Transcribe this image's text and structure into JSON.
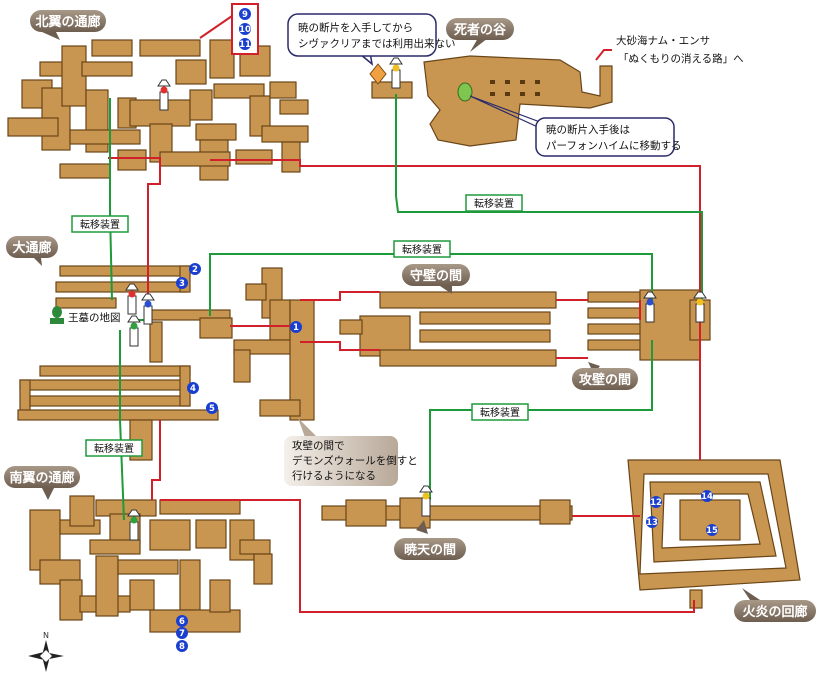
{
  "areas": {
    "north_wing": "北翼の通廊",
    "great_corridor": "大通廊",
    "south_wing": "南翼の通廊",
    "valley_of_dead": "死者の谷",
    "guard_hall": "守壁の間",
    "attack_hall": "攻壁の間",
    "dawn_hall": "暁天の間",
    "flame_corridor": "火炎の回廊"
  },
  "notes": {
    "top_line1": "暁の断片を入手してから",
    "top_line2": "シヴァクリアまでは利用出来ない",
    "right_line1": "暁の断片入手後は",
    "right_line2": "パーフォンハイムに移動する",
    "boss_line1": "攻壁の間で",
    "boss_line2": "デモンズウォールを倒すと",
    "boss_line3": "行けるようになる"
  },
  "exit": {
    "line1": "大砂海ナム・エンサ",
    "line2": "「ぬくもりの消える路」へ"
  },
  "teleport_label": "転移装置",
  "tomb_map_label": "王墓の地図",
  "compass_n": "N",
  "markers": [
    "1",
    "2",
    "3",
    "4",
    "5",
    "6",
    "7",
    "8",
    "9",
    "10",
    "11",
    "12",
    "13",
    "14",
    "15"
  ],
  "colors": {
    "floor": "#c89650",
    "floor_edge": "#7a5220",
    "red_route": "#d2202a",
    "green_route": "#1e9a3a",
    "marker": "#1a3fd0",
    "label_bg": "#8a7a6a"
  }
}
